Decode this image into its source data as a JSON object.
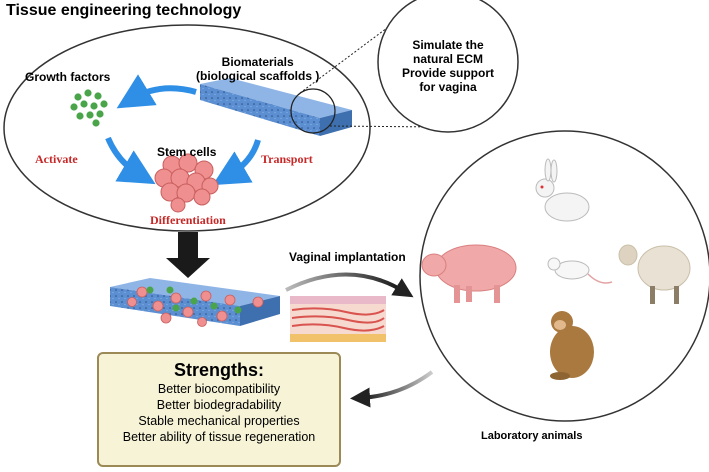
{
  "title": "Tissue engineering technology",
  "labels": {
    "biomaterials_line1": "Biomaterials",
    "biomaterials_line2": "(biological scaffolds )",
    "growth_factors": "Growth factors",
    "stem_cells": "Stem cells",
    "activate": "Activate",
    "transport": "Transport",
    "differentiation": "Differentiation",
    "vaginal_implantation": "Vaginal implantation",
    "laboratory_animals": "Laboratory animals"
  },
  "ecm_callout": [
    "Simulate the",
    "natural ECM",
    "Provide support",
    "for vagina"
  ],
  "strengths": {
    "title": "Strengths:",
    "items": [
      "Better biocompatibility",
      "Better biodegradability",
      "Stable mechanical properties",
      "Better ability of tissue regeneration"
    ]
  },
  "colors": {
    "arrow_blue": "#2f8fe6",
    "scaffold_blue": "#5b8fd1",
    "growth_green": "#4aa54a",
    "stem_pink": "#ef8f8f",
    "red_text": "#c62828",
    "strength_bg": "#f6f3d6"
  },
  "icons": [
    "rabbit-icon",
    "pig-icon",
    "rat-icon",
    "sheep-icon",
    "monkey-icon"
  ]
}
